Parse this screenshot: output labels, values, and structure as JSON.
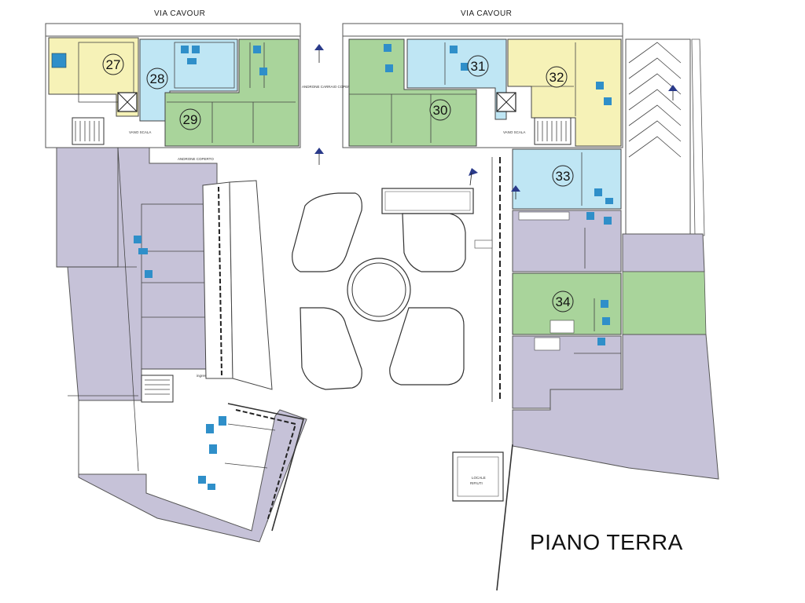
{
  "streets": {
    "top_left": "VIA CAVOUR",
    "top_right": "VIA CAVOUR"
  },
  "floor_title": "PIANO TERRA",
  "units": [
    {
      "number": "27",
      "color": "#f6f2b7"
    },
    {
      "number": "28",
      "color": "#bfe6f4"
    },
    {
      "number": "29",
      "color": "#a9d49b"
    },
    {
      "number": "30",
      "color": "#a9d49b"
    },
    {
      "number": "31",
      "color": "#bfe6f4"
    },
    {
      "number": "32",
      "color": "#f6f2b7"
    },
    {
      "number": "33",
      "color": "#bfe6f4"
    },
    {
      "number": "34",
      "color": "#a9d49b"
    }
  ],
  "colors": {
    "commercial": "#c6c2d8",
    "yellow": "#f6f2b7",
    "blue": "#bfe6f4",
    "green": "#a9d49b",
    "bathroom": "#2f8fc9"
  },
  "labels": {
    "androne_carraio": "ANDRONE CARRAIO COPERTO",
    "androne_coperto": "ANDRONE COPERTO",
    "vano_scala_left": "VANO SCALA",
    "vano_scala_right": "VANO SCALA",
    "locale": "LOCALE",
    "locale_sub": "RIFIUTI",
    "ingresso": "ingresso"
  },
  "icons": [
    "north-arrow-icon",
    "elevator-icon",
    "stair-icon",
    "door-swing-icon"
  ]
}
